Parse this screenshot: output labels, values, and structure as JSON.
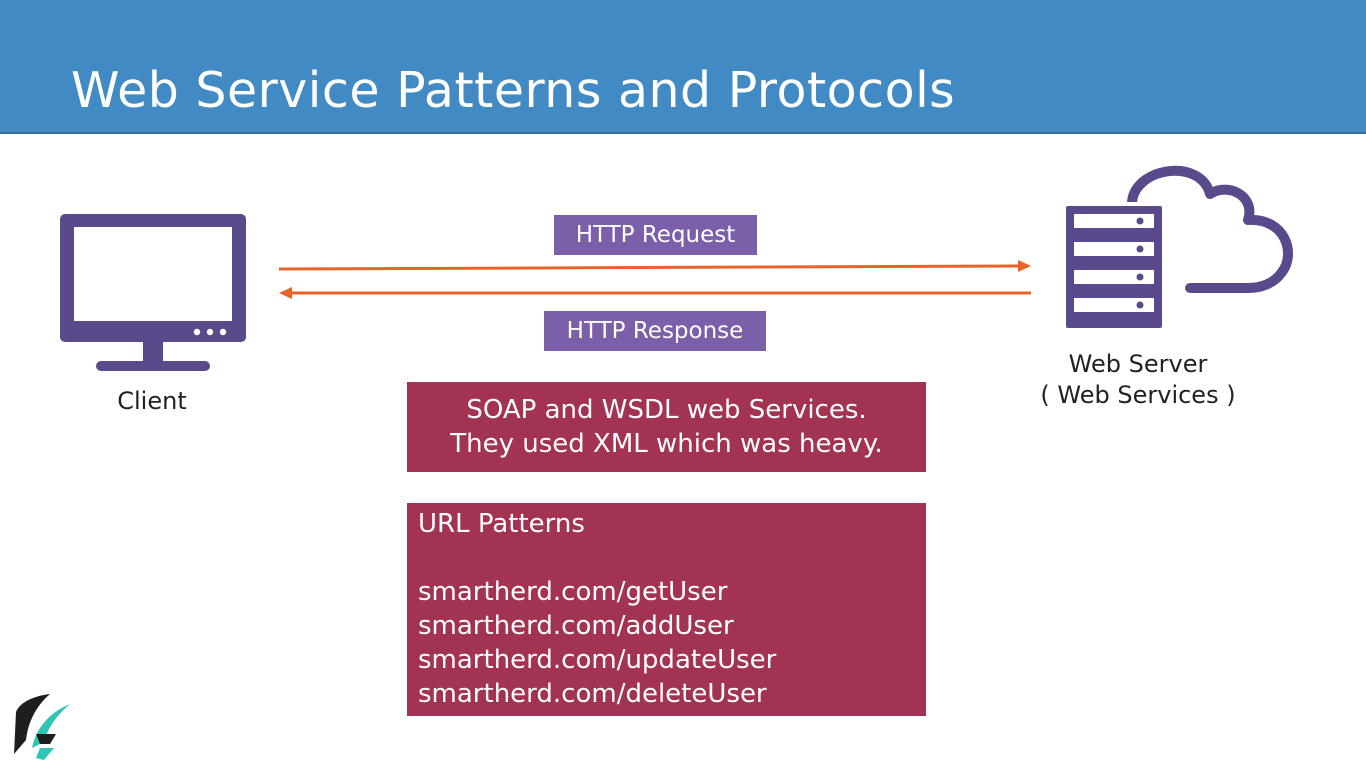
{
  "header": {
    "title": "Web Service Patterns and Protocols"
  },
  "client": {
    "label": "Client",
    "icon": "monitor-icon"
  },
  "server": {
    "label_line1": "Web Server",
    "label_line2": "( Web Services )",
    "icon": "cloud-server-icon"
  },
  "arrows": {
    "request_label": "HTTP Request",
    "response_label": "HTTP Response",
    "color": "#e8632a"
  },
  "soap_note": {
    "line1": "SOAP and WSDL web Services.",
    "line2": "They used XML which was heavy."
  },
  "url_patterns": {
    "heading": "URL Patterns",
    "items": [
      "smartherd.com/getUser",
      "smartherd.com/addUser",
      "smartherd.com/updateUser",
      "smartherd.com/deleteUser"
    ]
  },
  "colors": {
    "header_bg": "#418ac4",
    "icon_purple": "#5a4a8c",
    "tag_purple": "#7b5fa8",
    "note_crimson": "#a23352",
    "logo_teal": "#2ec4b6"
  },
  "logo": {
    "icon": "brand-logo-icon"
  }
}
